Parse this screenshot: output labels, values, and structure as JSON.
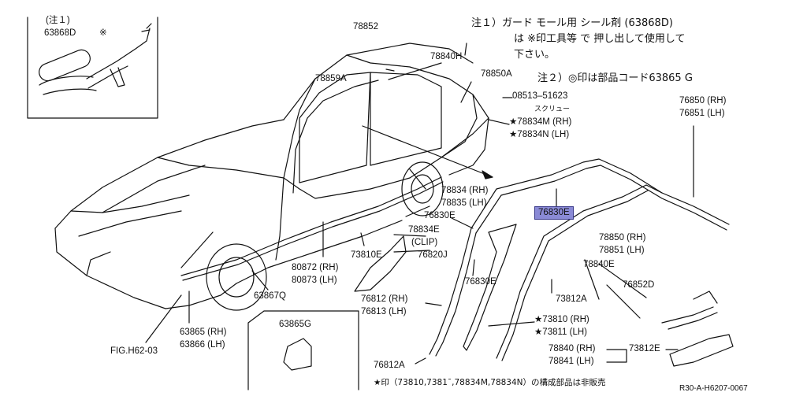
{
  "notes": {
    "note1_line1": "注１）ガード モール用 シール剤 (63868D)",
    "note1_line2": "は ※印工具等 で 押し出して使用して",
    "note1_line3": "下さい。",
    "note2": "注２）◎印は部品コード63865 G"
  },
  "inset": {
    "note_label": "(注１)",
    "part_label": "63868D",
    "tool_mark": "※"
  },
  "labels": {
    "p78852": "78852",
    "p78840H": "78840H",
    "p78859A": "78859A",
    "p78850A": "78850A",
    "p08513": "08513–51623",
    "screw": "スクリュー",
    "p78834M": "★78834M (RH)",
    "p78834N": "★78834N (LH)",
    "p76850": "76850 (RH)",
    "p76851": "76851 (LH)",
    "p78834": "78834 (RH)",
    "p78835": "78835 (LH)",
    "p76830E_a": "76830E",
    "p76830E_hl": "76830E",
    "p78834E": "78834E",
    "clip": "(CLIP)",
    "p73810E": "73810E",
    "p76820J": "76820J",
    "p80872": "80872 (RH)",
    "p80873": "80873 (LH)",
    "p63867Q": "63867Q",
    "p76830E_b": "76830E",
    "p78850": "78850 (RH)",
    "p78851": "78851 (LH)",
    "p78840E": "78840E",
    "p73812A": "73812A",
    "p76852D": "76852D",
    "p76812": "76812 (RH)",
    "p76813": "76813 (LH)",
    "p73810": "★73810 (RH)",
    "p73811": "★73811 (LH)",
    "p78840": "78840 (RH)",
    "p78841": "78841 (LH)",
    "p73812E": "73812E",
    "p76812A": "76812A",
    "p63865": "63865 (RH)",
    "p63866": "63866 (LH)",
    "fig": "FIG.H62-03",
    "p63865G": "63865G"
  },
  "footer": {
    "note": "★印（73810,7381ˉ,78834M,78834N）の構成部品は非販売",
    "code": "R30-A-H6207-0067"
  },
  "colors": {
    "highlight": "#8a8ad6"
  }
}
